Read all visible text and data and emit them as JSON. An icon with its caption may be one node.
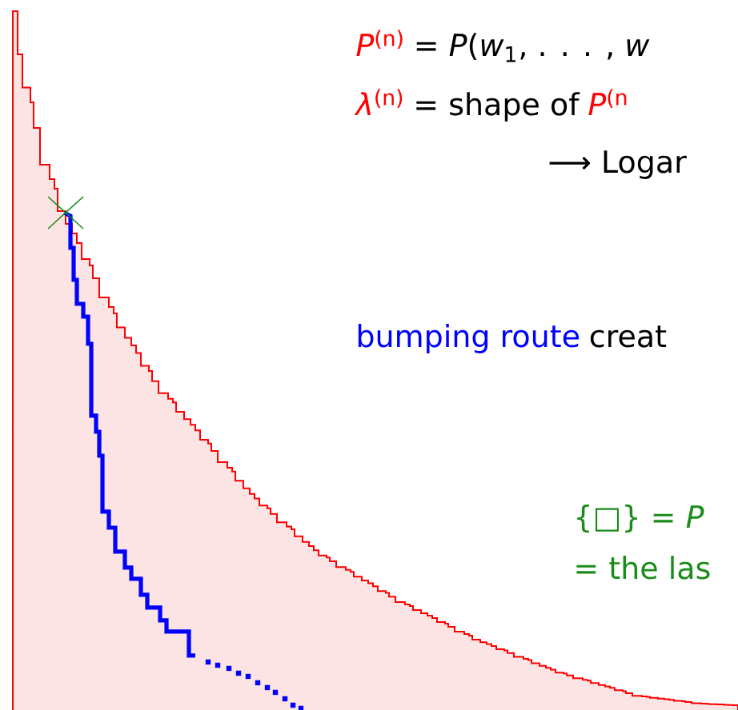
{
  "diagram": {
    "labels": [
      "*P*$^{(n)}$",
      "= *P*(*w*$_{1}$, . . . , *w*",
      "*λ*$^{(n)}$",
      "= shape of",
      "*P*$^{(n}$",
      "⟶ Logar",
      "bumping route",
      "creat",
      "{□} = *P*",
      "= the las"
    ]
  }
}
